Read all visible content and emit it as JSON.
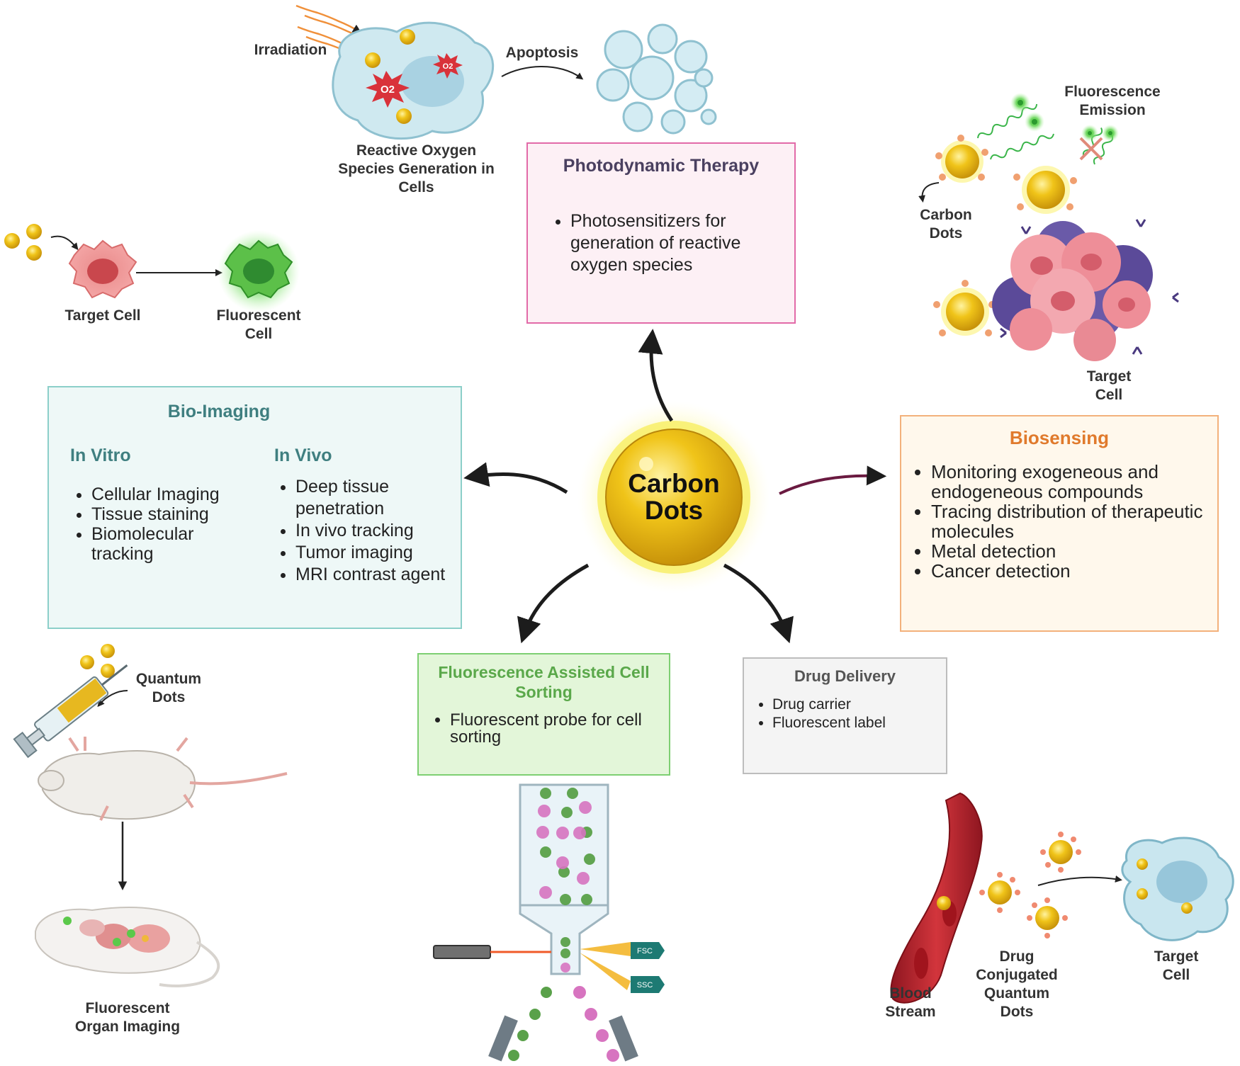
{
  "center": {
    "line1": "Carbon",
    "line2": "Dots"
  },
  "photodynamic": {
    "title": "Photodynamic Therapy",
    "bullets": [
      "Photosensitizers for generation of reactive oxygen species"
    ],
    "label_irradiation": "Irradiation",
    "label_apoptosis": "Apoptosis",
    "label_ros": "Reactive Oxygen Species Generation in Cells",
    "ros_symbol": "O2"
  },
  "bioimaging": {
    "title": "Bio-Imaging",
    "in_vitro": {
      "heading": "In Vitro",
      "items": [
        "Cellular Imaging",
        "Tissue staining",
        "Biomolecular tracking"
      ]
    },
    "in_vivo": {
      "heading": "In Vivo",
      "items": [
        "Deep tissue penetration",
        "In vivo tracking",
        "Tumor imaging",
        "MRI contrast agent"
      ]
    },
    "label_target_cell": "Target Cell",
    "label_fluorescent_cell": "Fluorescent Cell",
    "label_quantum_dots": "Quantum Dots",
    "label_organ_imaging": "Fluorescent Organ Imaging"
  },
  "biosensing": {
    "title": "Biosensing",
    "items": [
      "Monitoring exogeneous and endogeneous compounds",
      "Tracing distribution of therapeutic molecules",
      "Metal detection",
      "Cancer detection"
    ],
    "label_fluorescence_emission": "Fluorescence Emission",
    "label_carbon_dots": "Carbon Dots",
    "label_target_cell": "Target Cell"
  },
  "facs": {
    "title": "Fluorescence Assisted Cell Sorting",
    "items": [
      "Fluorescent probe for cell sorting"
    ],
    "fsc": "FSC",
    "ssc": "SSC"
  },
  "drug_delivery": {
    "title": "Drug Delivery",
    "items": [
      "Drug carrier",
      "Fluorescent label"
    ],
    "label_blood_stream": "Blood Stream",
    "label_conjugated": "Drug Conjugated Quantum Dots",
    "label_target_cell": "Target Cell"
  },
  "colors": {
    "pdt_border": "#e26aa8",
    "pdt_fill": "#fdf0f5",
    "pdt_title": "#4a4060",
    "bio_border": "#8ccfc9",
    "bio_fill": "#eef8f7",
    "bio_title": "#3f7f80",
    "bios_border": "#f3b17c",
    "bios_fill": "#fff8ec",
    "bios_title": "#e07a2c",
    "facs_border": "#7dcf72",
    "facs_fill": "#e3f6d9",
    "facs_title": "#5aa84a",
    "dd_border": "#bdbdbd",
    "dd_fill": "#f4f4f4",
    "dd_title": "#555555",
    "dot_gold": "#f4c319",
    "arrow": "#1c1c1c"
  }
}
